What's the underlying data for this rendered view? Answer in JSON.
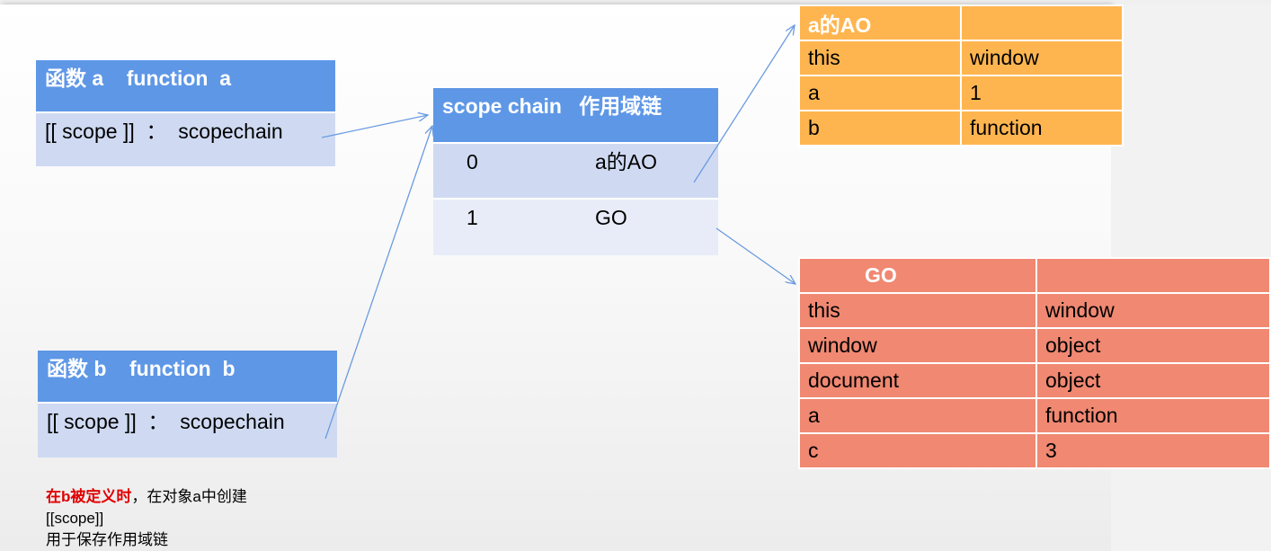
{
  "function_a": {
    "header": "函数 a    function  a",
    "row": "[[ scope ]]  ：  scopechain"
  },
  "function_b": {
    "header": "函数 b    function  b",
    "row": "[[ scope ]]  ：  scopechain"
  },
  "scope_chain": {
    "header": "scope chain   作用域链",
    "rows": [
      {
        "index": "0",
        "value": "a的AO"
      },
      {
        "index": "1",
        "value": "GO"
      }
    ]
  },
  "a_ao": {
    "header": "a的AO",
    "rows": [
      {
        "key": "this",
        "value": "window"
      },
      {
        "key": "a",
        "value": "1"
      },
      {
        "key": "b",
        "value": "function"
      }
    ]
  },
  "go": {
    "header": "GO",
    "rows": [
      {
        "key": "this",
        "value": "window"
      },
      {
        "key": "window",
        "value": "object"
      },
      {
        "key": "document",
        "value": "object"
      },
      {
        "key": "a",
        "value": "function"
      },
      {
        "key": "c",
        "value": "3"
      }
    ]
  },
  "note": {
    "highlight": "在b被定义时",
    "line1_rest": "，在对象a中创建",
    "line2": "[[scope]]",
    "line3": "用于保存作用域链"
  },
  "colors": {
    "header_blue": "#5e97e6",
    "row_blue": "#cfdaf2",
    "ao_orange": "#ffb54f",
    "go_salmon": "#f08872",
    "arrow": "#6b9be0",
    "note_red": "#e00000"
  }
}
